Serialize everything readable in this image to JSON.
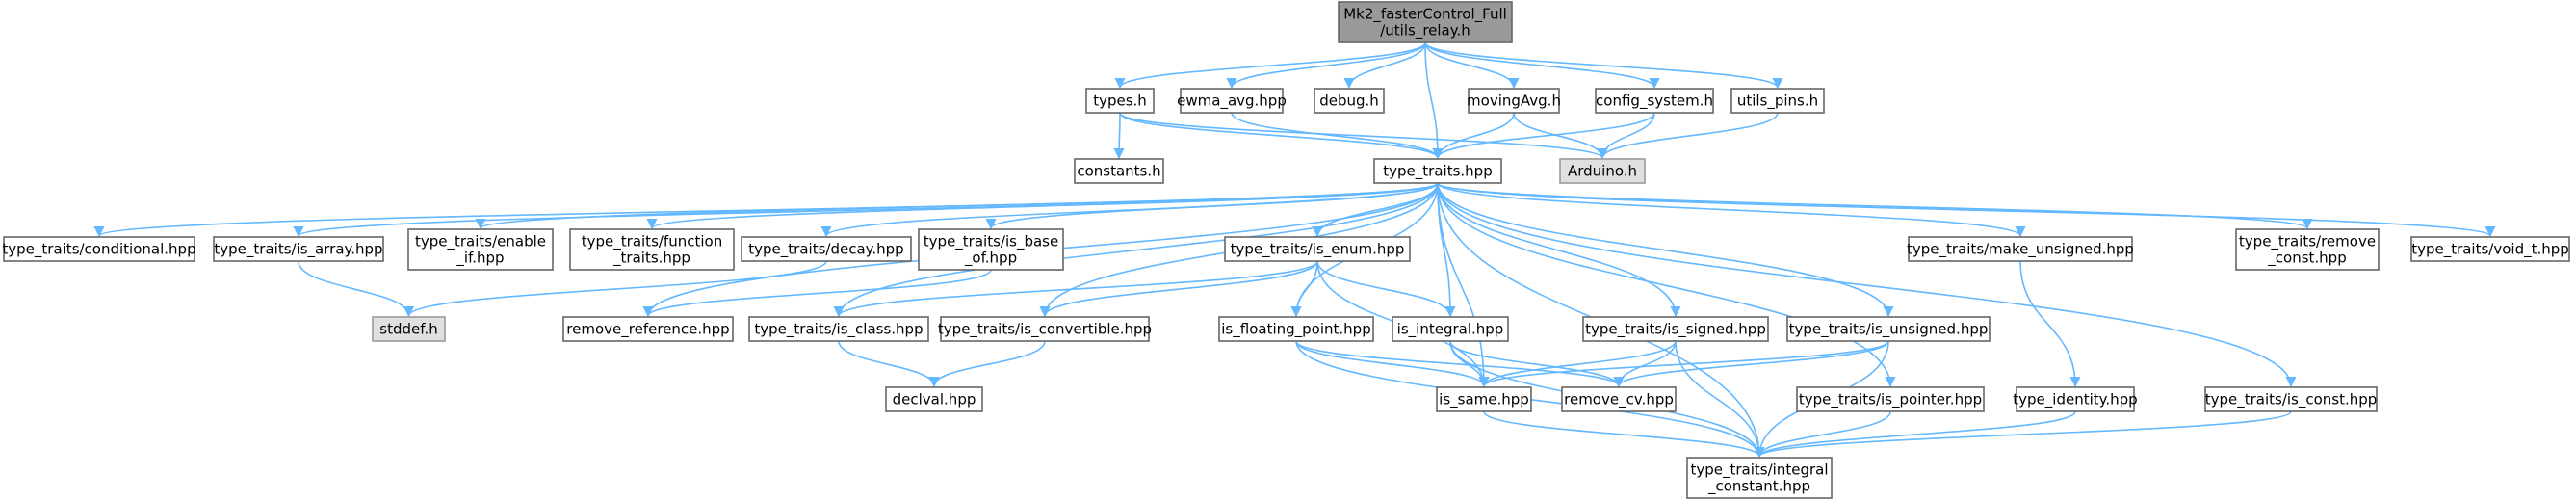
{
  "colors": {
    "edge": "#63b8ff",
    "node_border": "#666666",
    "node_fill": "#ffffff",
    "external_fill": "#e0e0e0",
    "root_fill": "#999999"
  },
  "nodes": [
    {
      "id": "root",
      "lines": [
        "Mk2_fasterControl_Full",
        "/utils_relay.h"
      ],
      "style": "root"
    },
    {
      "id": "types_h",
      "lines": [
        "types.h"
      ],
      "style": "normal"
    },
    {
      "id": "ewma_avg",
      "lines": [
        "ewma_avg.hpp"
      ],
      "style": "normal"
    },
    {
      "id": "debug_h",
      "lines": [
        "debug.h"
      ],
      "style": "normal"
    },
    {
      "id": "movingavg",
      "lines": [
        "movingAvg.h"
      ],
      "style": "normal"
    },
    {
      "id": "config_system",
      "lines": [
        "config_system.h"
      ],
      "style": "normal"
    },
    {
      "id": "utils_pins",
      "lines": [
        "utils_pins.h"
      ],
      "style": "normal"
    },
    {
      "id": "constants_h",
      "lines": [
        "constants.h"
      ],
      "style": "normal"
    },
    {
      "id": "type_traits",
      "lines": [
        "type_traits.hpp"
      ],
      "style": "normal"
    },
    {
      "id": "arduino_h",
      "lines": [
        "Arduino.h"
      ],
      "style": "external"
    },
    {
      "id": "conditional",
      "lines": [
        "type_traits/conditional.hpp"
      ],
      "style": "normal"
    },
    {
      "id": "is_array",
      "lines": [
        "type_traits/is_array.hpp"
      ],
      "style": "normal"
    },
    {
      "id": "enable_if",
      "lines": [
        "type_traits/enable",
        "_if.hpp"
      ],
      "style": "normal"
    },
    {
      "id": "function_traits",
      "lines": [
        "type_traits/function",
        "_traits.hpp"
      ],
      "style": "normal"
    },
    {
      "id": "decay",
      "lines": [
        "type_traits/decay.hpp"
      ],
      "style": "normal"
    },
    {
      "id": "is_base_of",
      "lines": [
        "type_traits/is_base",
        "_of.hpp"
      ],
      "style": "normal"
    },
    {
      "id": "is_enum",
      "lines": [
        "type_traits/is_enum.hpp"
      ],
      "style": "normal"
    },
    {
      "id": "make_unsigned",
      "lines": [
        "type_traits/make_unsigned.hpp"
      ],
      "style": "normal"
    },
    {
      "id": "remove_const",
      "lines": [
        "type_traits/remove",
        "_const.hpp"
      ],
      "style": "normal"
    },
    {
      "id": "void_t",
      "lines": [
        "type_traits/void_t.hpp"
      ],
      "style": "normal"
    },
    {
      "id": "stddef_h",
      "lines": [
        "stddef.h"
      ],
      "style": "external"
    },
    {
      "id": "remove_reference",
      "lines": [
        "remove_reference.hpp"
      ],
      "style": "normal"
    },
    {
      "id": "is_class",
      "lines": [
        "type_traits/is_class.hpp"
      ],
      "style": "normal"
    },
    {
      "id": "is_convertible",
      "lines": [
        "type_traits/is_convertible.hpp"
      ],
      "style": "normal"
    },
    {
      "id": "is_floating_point",
      "lines": [
        "is_floating_point.hpp"
      ],
      "style": "normal"
    },
    {
      "id": "is_integral",
      "lines": [
        "is_integral.hpp"
      ],
      "style": "normal"
    },
    {
      "id": "is_signed",
      "lines": [
        "type_traits/is_signed.hpp"
      ],
      "style": "normal"
    },
    {
      "id": "is_unsigned",
      "lines": [
        "type_traits/is_unsigned.hpp"
      ],
      "style": "normal"
    },
    {
      "id": "declval",
      "lines": [
        "declval.hpp"
      ],
      "style": "normal"
    },
    {
      "id": "is_same",
      "lines": [
        "is_same.hpp"
      ],
      "style": "normal"
    },
    {
      "id": "remove_cv",
      "lines": [
        "remove_cv.hpp"
      ],
      "style": "normal"
    },
    {
      "id": "is_pointer",
      "lines": [
        "type_traits/is_pointer.hpp"
      ],
      "style": "normal"
    },
    {
      "id": "type_identity",
      "lines": [
        "type_identity.hpp"
      ],
      "style": "normal"
    },
    {
      "id": "is_const",
      "lines": [
        "type_traits/is_const.hpp"
      ],
      "style": "normal"
    },
    {
      "id": "integral_constant",
      "lines": [
        "type_traits/integral",
        "_constant.hpp"
      ],
      "style": "normal"
    }
  ],
  "edges": [
    [
      "root",
      "types_h"
    ],
    [
      "root",
      "ewma_avg"
    ],
    [
      "root",
      "debug_h"
    ],
    [
      "root",
      "movingavg"
    ],
    [
      "root",
      "config_system"
    ],
    [
      "root",
      "utils_pins"
    ],
    [
      "root",
      "type_traits"
    ],
    [
      "types_h",
      "constants_h"
    ],
    [
      "types_h",
      "type_traits"
    ],
    [
      "types_h",
      "arduino_h"
    ],
    [
      "ewma_avg",
      "type_traits"
    ],
    [
      "movingavg",
      "type_traits"
    ],
    [
      "movingavg",
      "arduino_h"
    ],
    [
      "config_system",
      "type_traits"
    ],
    [
      "config_system",
      "arduino_h"
    ],
    [
      "utils_pins",
      "arduino_h"
    ],
    [
      "type_traits",
      "conditional"
    ],
    [
      "type_traits",
      "is_array"
    ],
    [
      "type_traits",
      "enable_if"
    ],
    [
      "type_traits",
      "function_traits"
    ],
    [
      "type_traits",
      "decay"
    ],
    [
      "type_traits",
      "is_base_of"
    ],
    [
      "type_traits",
      "is_enum"
    ],
    [
      "type_traits",
      "make_unsigned"
    ],
    [
      "type_traits",
      "remove_const"
    ],
    [
      "type_traits",
      "void_t"
    ],
    [
      "type_traits",
      "remove_reference"
    ],
    [
      "type_traits",
      "is_class"
    ],
    [
      "type_traits",
      "is_convertible"
    ],
    [
      "type_traits",
      "is_floating_point"
    ],
    [
      "type_traits",
      "is_integral"
    ],
    [
      "type_traits",
      "is_signed"
    ],
    [
      "type_traits",
      "is_unsigned"
    ],
    [
      "type_traits",
      "is_same"
    ],
    [
      "type_traits",
      "is_pointer"
    ],
    [
      "type_traits",
      "is_const"
    ],
    [
      "type_traits",
      "integral_constant"
    ],
    [
      "is_array",
      "stddef_h"
    ],
    [
      "decay",
      "stddef_h"
    ],
    [
      "is_base_of",
      "remove_reference"
    ],
    [
      "is_enum",
      "is_class"
    ],
    [
      "is_enum",
      "is_convertible"
    ],
    [
      "is_enum",
      "is_floating_point"
    ],
    [
      "is_enum",
      "is_integral"
    ],
    [
      "is_enum",
      "is_same"
    ],
    [
      "make_unsigned",
      "type_identity"
    ],
    [
      "is_convertible",
      "declval"
    ],
    [
      "is_class",
      "declval"
    ],
    [
      "is_floating_point",
      "is_same"
    ],
    [
      "is_floating_point",
      "remove_cv"
    ],
    [
      "is_floating_point",
      "integral_constant"
    ],
    [
      "is_integral",
      "is_same"
    ],
    [
      "is_integral",
      "remove_cv"
    ],
    [
      "is_integral",
      "integral_constant"
    ],
    [
      "is_signed",
      "is_same"
    ],
    [
      "is_signed",
      "remove_cv"
    ],
    [
      "is_signed",
      "integral_constant"
    ],
    [
      "is_unsigned",
      "is_same"
    ],
    [
      "is_unsigned",
      "remove_cv"
    ],
    [
      "is_unsigned",
      "integral_constant"
    ],
    [
      "is_same",
      "integral_constant"
    ],
    [
      "is_pointer",
      "integral_constant"
    ],
    [
      "type_identity",
      "integral_constant"
    ],
    [
      "is_const",
      "integral_constant"
    ]
  ]
}
